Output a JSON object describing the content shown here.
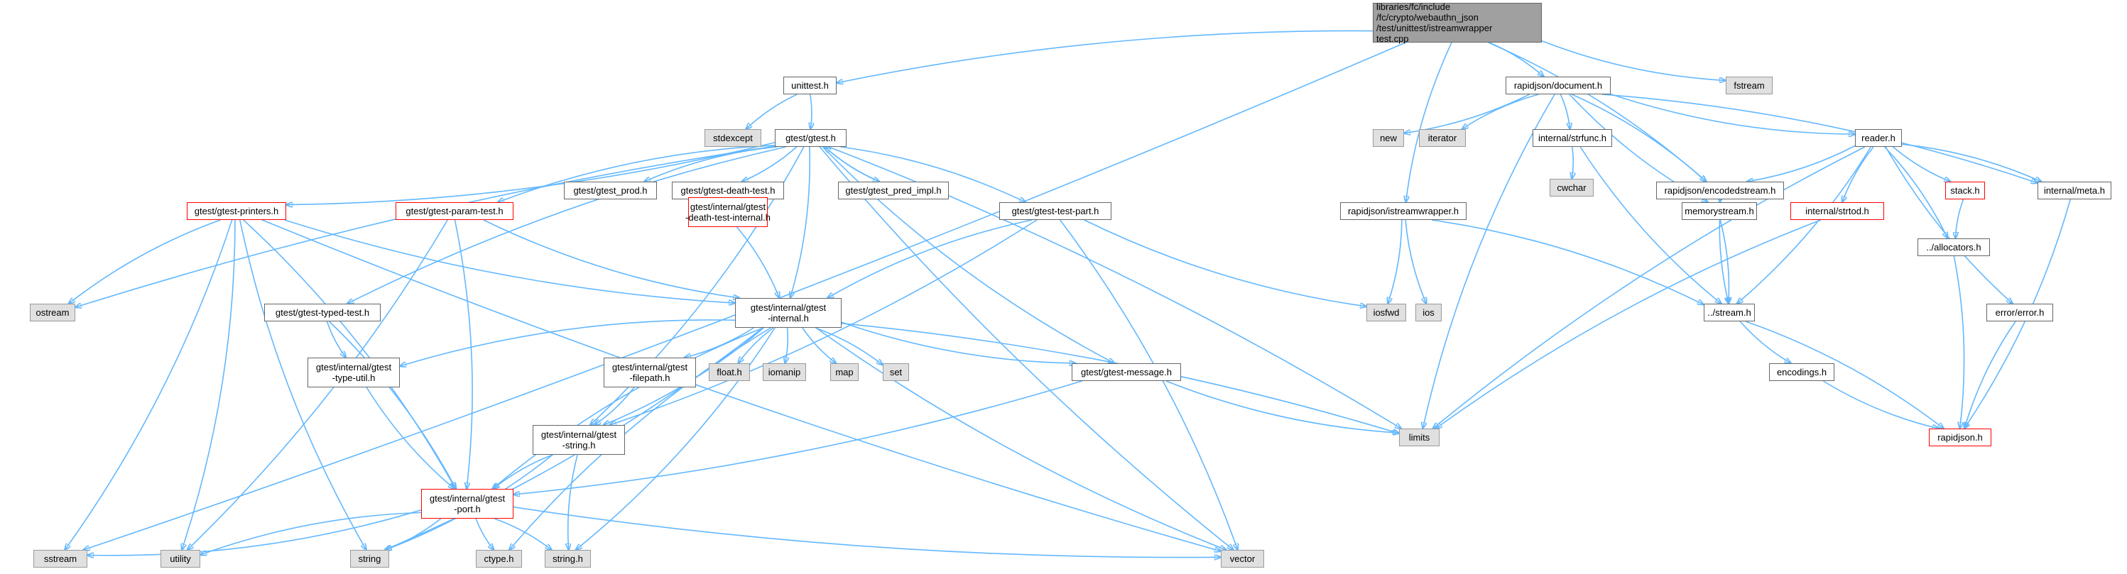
{
  "graph": {
    "edge_color": "#63b8ff",
    "nodes": [
      {
        "id": "root",
        "label": "libraries/fc/include\n/fc/crypto/webauthn_json\n/test/unittest/istreamwrapper\ntest.cpp",
        "kind": "root"
      },
      {
        "id": "unittest_h",
        "label": "unittest.h",
        "kind": "normal"
      },
      {
        "id": "rj_document",
        "label": "rapidjson/document.h",
        "kind": "normal"
      },
      {
        "id": "fstream",
        "label": "fstream",
        "kind": "system"
      },
      {
        "id": "stdexcept",
        "label": "stdexcept",
        "kind": "system"
      },
      {
        "id": "gtest_h",
        "label": "gtest/gtest.h",
        "kind": "normal"
      },
      {
        "id": "new",
        "label": "new",
        "kind": "system"
      },
      {
        "id": "iterator",
        "label": "iterator",
        "kind": "system"
      },
      {
        "id": "strfunc",
        "label": "internal/strfunc.h",
        "kind": "normal"
      },
      {
        "id": "reader_h",
        "label": "reader.h",
        "kind": "normal"
      },
      {
        "id": "cwchar",
        "label": "cwchar",
        "kind": "system"
      },
      {
        "id": "gtest_prod",
        "label": "gtest/gtest_prod.h",
        "kind": "normal"
      },
      {
        "id": "gtest_death",
        "label": "gtest/gtest-death-test.h",
        "kind": "normal"
      },
      {
        "id": "gtest_pred",
        "label": "gtest/gtest_pred_impl.h",
        "kind": "normal"
      },
      {
        "id": "encodedstream",
        "label": "rapidjson/encodedstream.h",
        "kind": "normal"
      },
      {
        "id": "stack_h",
        "label": "stack.h",
        "kind": "red"
      },
      {
        "id": "internal_meta",
        "label": "internal/meta.h",
        "kind": "normal"
      },
      {
        "id": "gtest_printers",
        "label": "gtest/gtest-printers.h",
        "kind": "red"
      },
      {
        "id": "gtest_param",
        "label": "gtest/gtest-param-test.h",
        "kind": "red"
      },
      {
        "id": "death_internal",
        "label": "gtest/internal/gtest\n-death-test-internal.h",
        "kind": "red"
      },
      {
        "id": "gtest_test_part",
        "label": "gtest/gtest-test-part.h",
        "kind": "normal"
      },
      {
        "id": "istreamwrapper",
        "label": "rapidjson/istreamwrapper.h",
        "kind": "normal"
      },
      {
        "id": "memorystream",
        "label": "memorystream.h",
        "kind": "normal"
      },
      {
        "id": "strtod",
        "label": "internal/strtod.h",
        "kind": "red"
      },
      {
        "id": "allocators",
        "label": "../allocators.h",
        "kind": "normal"
      },
      {
        "id": "ostream",
        "label": "ostream",
        "kind": "system"
      },
      {
        "id": "gtest_typed",
        "label": "gtest/gtest-typed-test.h",
        "kind": "normal"
      },
      {
        "id": "gtest_internal",
        "label": "gtest/internal/gtest\n-internal.h",
        "kind": "normal"
      },
      {
        "id": "iosfwd",
        "label": "iosfwd",
        "kind": "system"
      },
      {
        "id": "ios",
        "label": "ios",
        "kind": "system"
      },
      {
        "id": "stream_h",
        "label": "../stream.h",
        "kind": "normal"
      },
      {
        "id": "error_h",
        "label": "error/error.h",
        "kind": "normal"
      },
      {
        "id": "type_util",
        "label": "gtest/internal/gtest\n-type-util.h",
        "kind": "normal"
      },
      {
        "id": "filepath",
        "label": "gtest/internal/gtest\n-filepath.h",
        "kind": "normal"
      },
      {
        "id": "float_h",
        "label": "float.h",
        "kind": "system"
      },
      {
        "id": "iomanip",
        "label": "iomanip",
        "kind": "system"
      },
      {
        "id": "map",
        "label": "map",
        "kind": "system"
      },
      {
        "id": "set",
        "label": "set",
        "kind": "system"
      },
      {
        "id": "gtest_message",
        "label": "gtest/gtest-message.h",
        "kind": "normal"
      },
      {
        "id": "encodings",
        "label": "encodings.h",
        "kind": "normal"
      },
      {
        "id": "gtest_string",
        "label": "gtest/internal/gtest\n-string.h",
        "kind": "normal"
      },
      {
        "id": "limits",
        "label": "limits",
        "kind": "system"
      },
      {
        "id": "rapidjson_h",
        "label": "rapidjson.h",
        "kind": "red"
      },
      {
        "id": "gtest_port",
        "label": "gtest/internal/gtest\n-port.h",
        "kind": "red"
      },
      {
        "id": "sstream",
        "label": "sstream",
        "kind": "system"
      },
      {
        "id": "utility",
        "label": "utility",
        "kind": "system"
      },
      {
        "id": "string",
        "label": "string",
        "kind": "system"
      },
      {
        "id": "ctype_h",
        "label": "ctype.h",
        "kind": "system"
      },
      {
        "id": "string_h",
        "label": "string.h",
        "kind": "system"
      },
      {
        "id": "vector",
        "label": "vector",
        "kind": "system"
      }
    ],
    "edges": [
      [
        "root",
        "unittest_h"
      ],
      [
        "root",
        "rj_document"
      ],
      [
        "root",
        "fstream"
      ],
      [
        "root",
        "encodedstream"
      ],
      [
        "root",
        "istreamwrapper"
      ],
      [
        "root",
        "sstream"
      ],
      [
        "unittest_h",
        "stdexcept"
      ],
      [
        "unittest_h",
        "gtest_h"
      ],
      [
        "gtest_h",
        "gtest_prod"
      ],
      [
        "gtest_h",
        "gtest_death"
      ],
      [
        "gtest_h",
        "gtest_pred"
      ],
      [
        "gtest_h",
        "gtest_printers"
      ],
      [
        "gtest_h",
        "gtest_param"
      ],
      [
        "gtest_h",
        "gtest_test_part"
      ],
      [
        "gtest_h",
        "gtest_typed"
      ],
      [
        "gtest_h",
        "gtest_internal"
      ],
      [
        "gtest_h",
        "gtest_message"
      ],
      [
        "gtest_h",
        "gtest_string"
      ],
      [
        "gtest_h",
        "ostream"
      ],
      [
        "gtest_h",
        "limits"
      ],
      [
        "gtest_h",
        "vector"
      ],
      [
        "gtest_pred",
        "gtest_h"
      ],
      [
        "gtest_death",
        "death_internal"
      ],
      [
        "death_internal",
        "gtest_internal"
      ],
      [
        "gtest_printers",
        "ostream"
      ],
      [
        "gtest_printers",
        "sstream"
      ],
      [
        "gtest_printers",
        "string"
      ],
      [
        "gtest_printers",
        "utility"
      ],
      [
        "gtest_printers",
        "vector"
      ],
      [
        "gtest_printers",
        "gtest_port"
      ],
      [
        "gtest_printers",
        "gtest_internal"
      ],
      [
        "gtest_param",
        "utility"
      ],
      [
        "gtest_param",
        "gtest_internal"
      ],
      [
        "gtest_param",
        "gtest_port"
      ],
      [
        "gtest_typed",
        "type_util"
      ],
      [
        "gtest_typed",
        "gtest_port"
      ],
      [
        "gtest_test_part",
        "iosfwd"
      ],
      [
        "gtest_test_part",
        "vector"
      ],
      [
        "gtest_test_part",
        "gtest_internal"
      ],
      [
        "gtest_test_part",
        "gtest_string"
      ],
      [
        "gtest_internal",
        "type_util"
      ],
      [
        "gtest_internal",
        "filepath"
      ],
      [
        "gtest_internal",
        "float_h"
      ],
      [
        "gtest_internal",
        "iomanip"
      ],
      [
        "gtest_internal",
        "map"
      ],
      [
        "gtest_internal",
        "set"
      ],
      [
        "gtest_internal",
        "gtest_message"
      ],
      [
        "gtest_internal",
        "gtest_string"
      ],
      [
        "gtest_internal",
        "gtest_port"
      ],
      [
        "gtest_internal",
        "string"
      ],
      [
        "gtest_internal",
        "ctype_h"
      ],
      [
        "gtest_internal",
        "string_h"
      ],
      [
        "gtest_internal",
        "vector"
      ],
      [
        "gtest_internal",
        "limits"
      ],
      [
        "type_util",
        "gtest_port"
      ],
      [
        "filepath",
        "gtest_string"
      ],
      [
        "gtest_message",
        "limits"
      ],
      [
        "gtest_message",
        "gtest_port"
      ],
      [
        "gtest_string",
        "gtest_port"
      ],
      [
        "gtest_string",
        "string"
      ],
      [
        "gtest_string",
        "string_h"
      ],
      [
        "gtest_port",
        "sstream"
      ],
      [
        "gtest_port",
        "utility"
      ],
      [
        "gtest_port",
        "string"
      ],
      [
        "gtest_port",
        "ctype_h"
      ],
      [
        "gtest_port",
        "string_h"
      ],
      [
        "gtest_port",
        "vector"
      ],
      [
        "rj_document",
        "new"
      ],
      [
        "rj_document",
        "iterator"
      ],
      [
        "rj_document",
        "strfunc"
      ],
      [
        "rj_document",
        "reader_h"
      ],
      [
        "rj_document",
        "encodedstream"
      ],
      [
        "rj_document",
        "memorystream"
      ],
      [
        "rj_document",
        "internal_meta"
      ],
      [
        "rj_document",
        "limits"
      ],
      [
        "strfunc",
        "cwchar"
      ],
      [
        "strfunc",
        "stream_h"
      ],
      [
        "reader_h",
        "encodedstream"
      ],
      [
        "reader_h",
        "stack_h"
      ],
      [
        "reader_h",
        "internal_meta"
      ],
      [
        "reader_h",
        "strtod"
      ],
      [
        "reader_h",
        "allocators"
      ],
      [
        "reader_h",
        "error_h"
      ],
      [
        "reader_h",
        "stream_h"
      ],
      [
        "reader_h",
        "limits"
      ],
      [
        "encodedstream",
        "memorystream"
      ],
      [
        "encodedstream",
        "stream_h"
      ],
      [
        "memorystream",
        "stream_h"
      ],
      [
        "stack_h",
        "allocators"
      ],
      [
        "allocators",
        "rapidjson_h"
      ],
      [
        "error_h",
        "rapidjson_h"
      ],
      [
        "internal_meta",
        "rapidjson_h"
      ],
      [
        "strtod",
        "limits"
      ],
      [
        "istreamwrapper",
        "iosfwd"
      ],
      [
        "istreamwrapper",
        "ios"
      ],
      [
        "istreamwrapper",
        "stream_h"
      ],
      [
        "stream_h",
        "encodings"
      ],
      [
        "stream_h",
        "rapidjson_h"
      ],
      [
        "encodings",
        "rapidjson_h"
      ]
    ]
  }
}
